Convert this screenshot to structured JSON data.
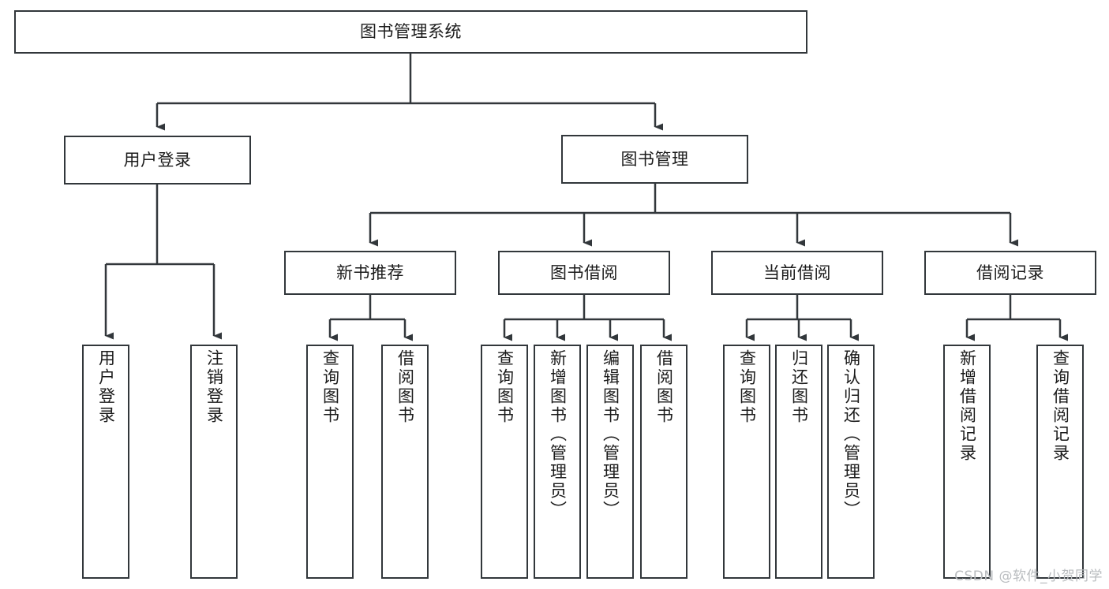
{
  "diagram": {
    "title": "图书管理系统",
    "type": "functional-structure-tree",
    "stroke_color": "#32373b",
    "text_color": "#1b1b1b",
    "background_color": "#ffffff",
    "watermark": "CSDN @软件_小贺同学"
  },
  "nodes": {
    "root": {
      "label": "图书管理系统"
    },
    "level2": [
      {
        "id": "user-login",
        "label": "用户登录"
      },
      {
        "id": "book-management",
        "label": "图书管理"
      }
    ],
    "level3": [
      {
        "id": "new-book-recommend",
        "label": "新书推荐"
      },
      {
        "id": "book-borrow",
        "label": "图书借阅"
      },
      {
        "id": "current-borrow",
        "label": "当前借阅"
      },
      {
        "id": "borrow-record",
        "label": "借阅记录"
      }
    ],
    "leaves": {
      "user-login": [
        {
          "id": "leaf-user-login",
          "label": "用户登录"
        },
        {
          "id": "leaf-logout-login",
          "label": "注销登录"
        }
      ],
      "new-book-recommend": [
        {
          "id": "leaf-query-book-1",
          "label": "查询图书"
        },
        {
          "id": "leaf-borrow-book-1",
          "label": "借阅图书"
        }
      ],
      "book-borrow": [
        {
          "id": "leaf-query-book-2",
          "label": "查询图书"
        },
        {
          "id": "leaf-add-book",
          "label": "新增图书（管理员）"
        },
        {
          "id": "leaf-edit-book",
          "label": "编辑图书（管理员）"
        },
        {
          "id": "leaf-borrow-book-2",
          "label": "借阅图书"
        }
      ],
      "current-borrow": [
        {
          "id": "leaf-query-book-3",
          "label": "查询图书"
        },
        {
          "id": "leaf-return-book",
          "label": "归还图书"
        },
        {
          "id": "leaf-confirm-return",
          "label": "确认归还（管理员）"
        }
      ],
      "borrow-record": [
        {
          "id": "leaf-add-record",
          "label": "新增借阅记录"
        },
        {
          "id": "leaf-query-record",
          "label": "查询借阅记录"
        }
      ]
    }
  }
}
